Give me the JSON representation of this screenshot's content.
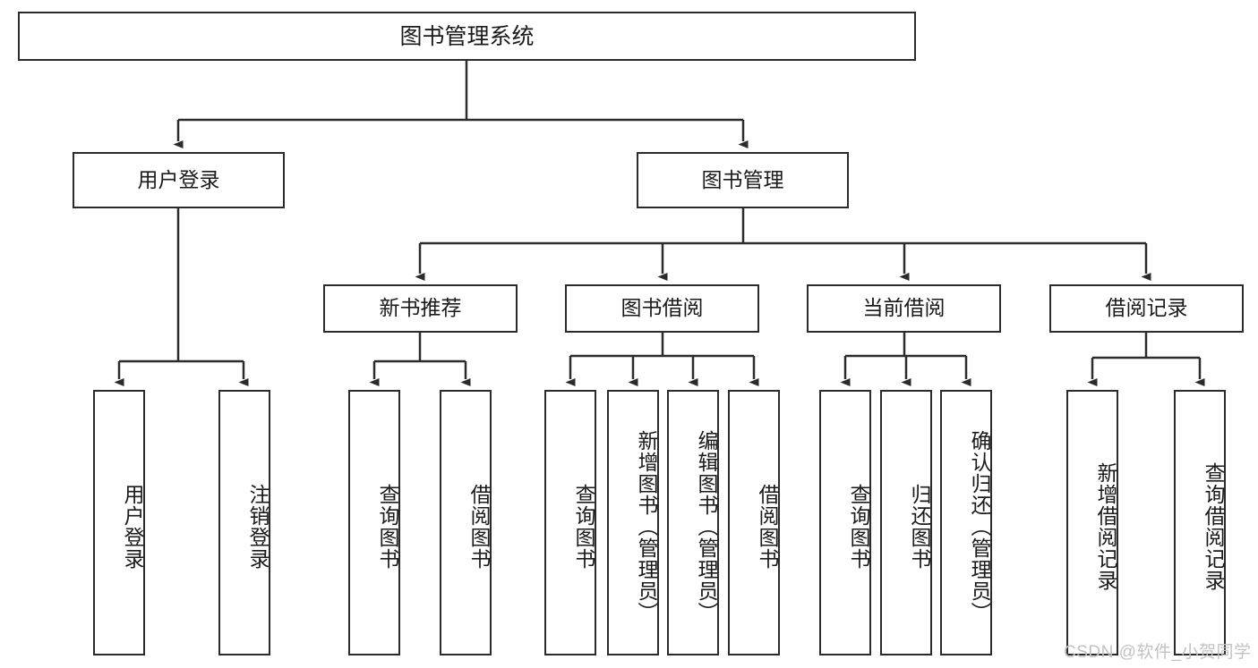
{
  "diagram": {
    "title": "图书管理系统",
    "type": "hierarchy-tree",
    "root": {
      "label": "图书管理系统"
    },
    "level2": [
      {
        "label": "用户登录"
      },
      {
        "label": "图书管理"
      }
    ],
    "level3": [
      {
        "label": "新书推荐"
      },
      {
        "label": "图书借阅"
      },
      {
        "label": "当前借阅"
      },
      {
        "label": "借阅记录"
      }
    ],
    "leaves": {
      "user_login": [
        {
          "label": "用户登录"
        },
        {
          "label": "注销登录"
        }
      ],
      "new_book_recommend": [
        {
          "label": "查询图书"
        },
        {
          "label": "借阅图书"
        }
      ],
      "book_borrow": [
        {
          "label": "查询图书"
        },
        {
          "label": "新增图书（管理员）"
        },
        {
          "label": "编辑图书（管理员）"
        },
        {
          "label": "借阅图书"
        }
      ],
      "current_borrow": [
        {
          "label": "查询图书"
        },
        {
          "label": "归还图书"
        },
        {
          "label": "确认归还（管理员）"
        }
      ],
      "borrow_record": [
        {
          "label": "新增借阅记录"
        },
        {
          "label": "查询借阅记录"
        }
      ]
    }
  },
  "watermark": {
    "text": "CSDN @软件_小贺同学"
  },
  "colors": {
    "stroke": "#2b2b2b",
    "background": "#ffffff",
    "text": "#1a1a1a",
    "watermark": "#c2c2c2"
  }
}
